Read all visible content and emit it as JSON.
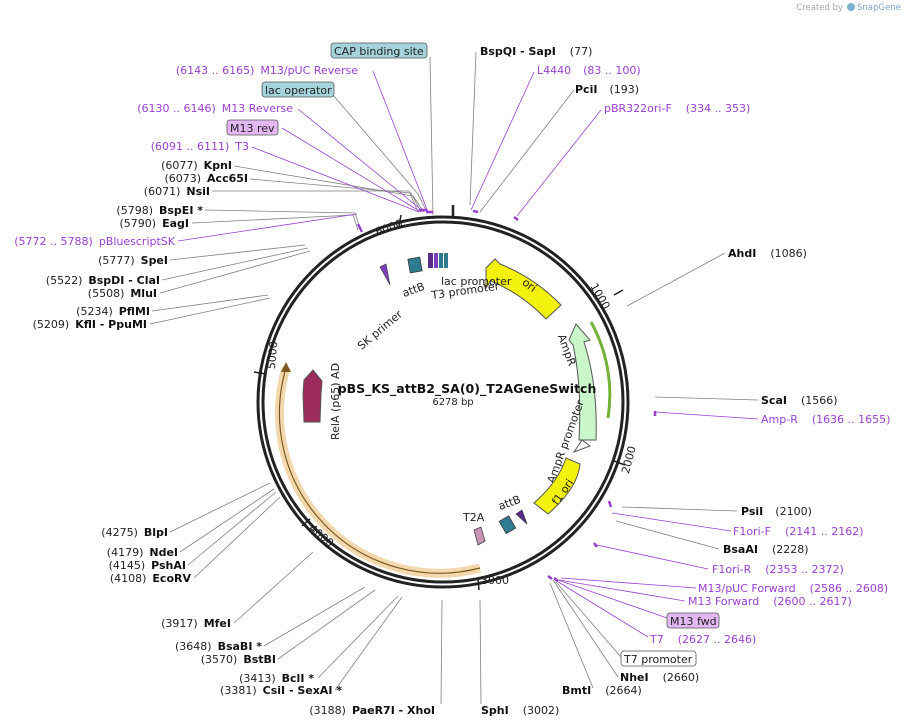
{
  "credit": {
    "text": "Created by",
    "brand": "SnapGene"
  },
  "plasmid": {
    "name": "pBS_KS_attB2_SA(0)_T2AGeneSwitch",
    "size_label": "6278 bp",
    "length": 6278
  },
  "ticks": [
    "1000",
    "2000",
    "3000",
    "4000",
    "5000",
    "6000"
  ],
  "colors": {
    "enzyme_line": "#7f7f7f",
    "primer": "#9a3fd0",
    "ori": "#f2f20d",
    "ampr": "#c9f7c9",
    "ampr_highlight": "#74b23a",
    "attb": "#2f7b8f",
    "t2a": "#c893b6",
    "rel_ad": "#9d2c5e",
    "orf_highlight": "#e6a94a",
    "bubble_blue": "#a5d3dc",
    "bubble_purple": "#e3b8f3"
  },
  "features": {
    "ori": "ori",
    "ampr": "AmpR",
    "ampr_promoter": "AmpR promoter",
    "f1_ori": "f1 ori",
    "attb_top": "attB",
    "attb_bottom": "attB",
    "t2a": "T2A",
    "lac_promoter": "lac promoter",
    "t3_promoter": "T3 promoter",
    "sk_primer": "SK primer",
    "rel_ad": "RelA (p65) AD"
  },
  "left_labels": [
    {
      "id": "l-6143",
      "pos": "(6143 .. 6165)",
      "name": "M13/pUC Reverse",
      "style": "primer"
    },
    {
      "id": "l-6130",
      "pos": "(6130 .. 6146)",
      "name": "M13 Reverse",
      "style": "primer"
    },
    {
      "id": "l-6091",
      "pos": "(6091 .. 6111)",
      "name": "T3",
      "style": "primer"
    },
    {
      "id": "l-6077",
      "pos": "(6077)",
      "name": "KpnI",
      "style": "enzyme"
    },
    {
      "id": "l-6073",
      "pos": "(6073)",
      "name": "Acc65I",
      "style": "enzyme"
    },
    {
      "id": "l-6071",
      "pos": "(6071)",
      "name": "NsiI",
      "style": "enzyme"
    },
    {
      "id": "l-5798",
      "pos": "(5798)",
      "name": "BspEI *",
      "style": "enzyme"
    },
    {
      "id": "l-5790",
      "pos": "(5790)",
      "name": "EagI",
      "style": "enzyme"
    },
    {
      "id": "l-5772",
      "pos": "(5772 .. 5788)",
      "name": "pBluescriptSK",
      "style": "primer"
    },
    {
      "id": "l-5777",
      "pos": "(5777)",
      "name": "SpeI",
      "style": "enzyme"
    },
    {
      "id": "l-5522",
      "pos": "(5522)",
      "name": "BspDI - ClaI",
      "style": "enzyme"
    },
    {
      "id": "l-5508",
      "pos": "(5508)",
      "name": "MluI",
      "style": "enzyme"
    },
    {
      "id": "l-5234",
      "pos": "(5234)",
      "name": "PflMI",
      "style": "enzyme"
    },
    {
      "id": "l-5209",
      "pos": "(5209)",
      "name": "KflI - PpuMI",
      "style": "enzyme"
    },
    {
      "id": "l-4275",
      "pos": "(4275)",
      "name": "BlpI",
      "style": "enzyme"
    },
    {
      "id": "l-4179",
      "pos": "(4179)",
      "name": "NdeI",
      "style": "enzyme"
    },
    {
      "id": "l-4145",
      "pos": "(4145)",
      "name": "PshAI",
      "style": "enzyme"
    },
    {
      "id": "l-4108",
      "pos": "(4108)",
      "name": "EcoRV",
      "style": "enzyme"
    },
    {
      "id": "l-3917",
      "pos": "(3917)",
      "name": "MfeI",
      "style": "enzyme"
    },
    {
      "id": "l-3648",
      "pos": "(3648)",
      "name": "BsaBI *",
      "style": "enzyme"
    },
    {
      "id": "l-3570",
      "pos": "(3570)",
      "name": "BstBI",
      "style": "enzyme"
    },
    {
      "id": "l-3413",
      "pos": "(3413)",
      "name": "BclI *",
      "style": "enzyme"
    },
    {
      "id": "l-3381",
      "pos": "(3381)",
      "name": "CsiI - SexAI *",
      "style": "enzyme"
    },
    {
      "id": "l-3188",
      "pos": "(3188)",
      "name": "PaeR7I - XhoI",
      "style": "enzyme"
    }
  ],
  "right_labels": [
    {
      "id": "r-77",
      "name": "BspQI - SapI",
      "pos": "(77)",
      "style": "enzyme"
    },
    {
      "id": "r-83",
      "name": "L4440",
      "pos": "(83 .. 100)",
      "style": "primer"
    },
    {
      "id": "r-193",
      "name": "PciI",
      "pos": "(193)",
      "style": "enzyme"
    },
    {
      "id": "r-334",
      "name": "pBR322ori-F",
      "pos": "(334 .. 353)",
      "style": "primer"
    },
    {
      "id": "r-1086",
      "name": "AhdI",
      "pos": "(1086)",
      "style": "enzyme"
    },
    {
      "id": "r-1566",
      "name": "ScaI",
      "pos": "(1566)",
      "style": "enzyme"
    },
    {
      "id": "r-1636",
      "name": "Amp-R",
      "pos": "(1636 .. 1655)",
      "style": "primer"
    },
    {
      "id": "r-2100",
      "name": "PsiI",
      "pos": "(2100)",
      "style": "enzyme"
    },
    {
      "id": "r-2141",
      "name": "F1ori-F",
      "pos": "(2141 .. 2162)",
      "style": "primer"
    },
    {
      "id": "r-2228",
      "name": "BsaAI",
      "pos": "(2228)",
      "style": "enzyme"
    },
    {
      "id": "r-2353",
      "name": "F1ori-R",
      "pos": "(2353 .. 2372)",
      "style": "primer"
    },
    {
      "id": "r-2586",
      "name": "M13/pUC Forward",
      "pos": "(2586 .. 2608)",
      "style": "primer"
    },
    {
      "id": "r-2600",
      "name": "M13 Forward",
      "pos": "(2600 .. 2617)",
      "style": "primer"
    },
    {
      "id": "r-2627",
      "name": "T7",
      "pos": "(2627 .. 2646)",
      "style": "primer"
    },
    {
      "id": "r-2660",
      "name": "NheI",
      "pos": "(2660)",
      "style": "enzyme"
    },
    {
      "id": "r-2664",
      "name": "BmtI",
      "pos": "(2664)",
      "style": "enzyme"
    },
    {
      "id": "r-3002",
      "name": "SphI",
      "pos": "(3002)",
      "style": "enzyme"
    }
  ],
  "boxed_labels": [
    {
      "id": "box-cap",
      "text": "CAP binding site",
      "style": "blue"
    },
    {
      "id": "box-lac-op",
      "text": "lac operator",
      "style": "blue"
    },
    {
      "id": "box-m13rev",
      "text": "M13 rev",
      "style": "purple"
    },
    {
      "id": "box-m13fwd",
      "text": "M13 fwd",
      "style": "purple"
    },
    {
      "id": "box-t7prom",
      "text": "T7 promoter",
      "style": "white"
    }
  ]
}
